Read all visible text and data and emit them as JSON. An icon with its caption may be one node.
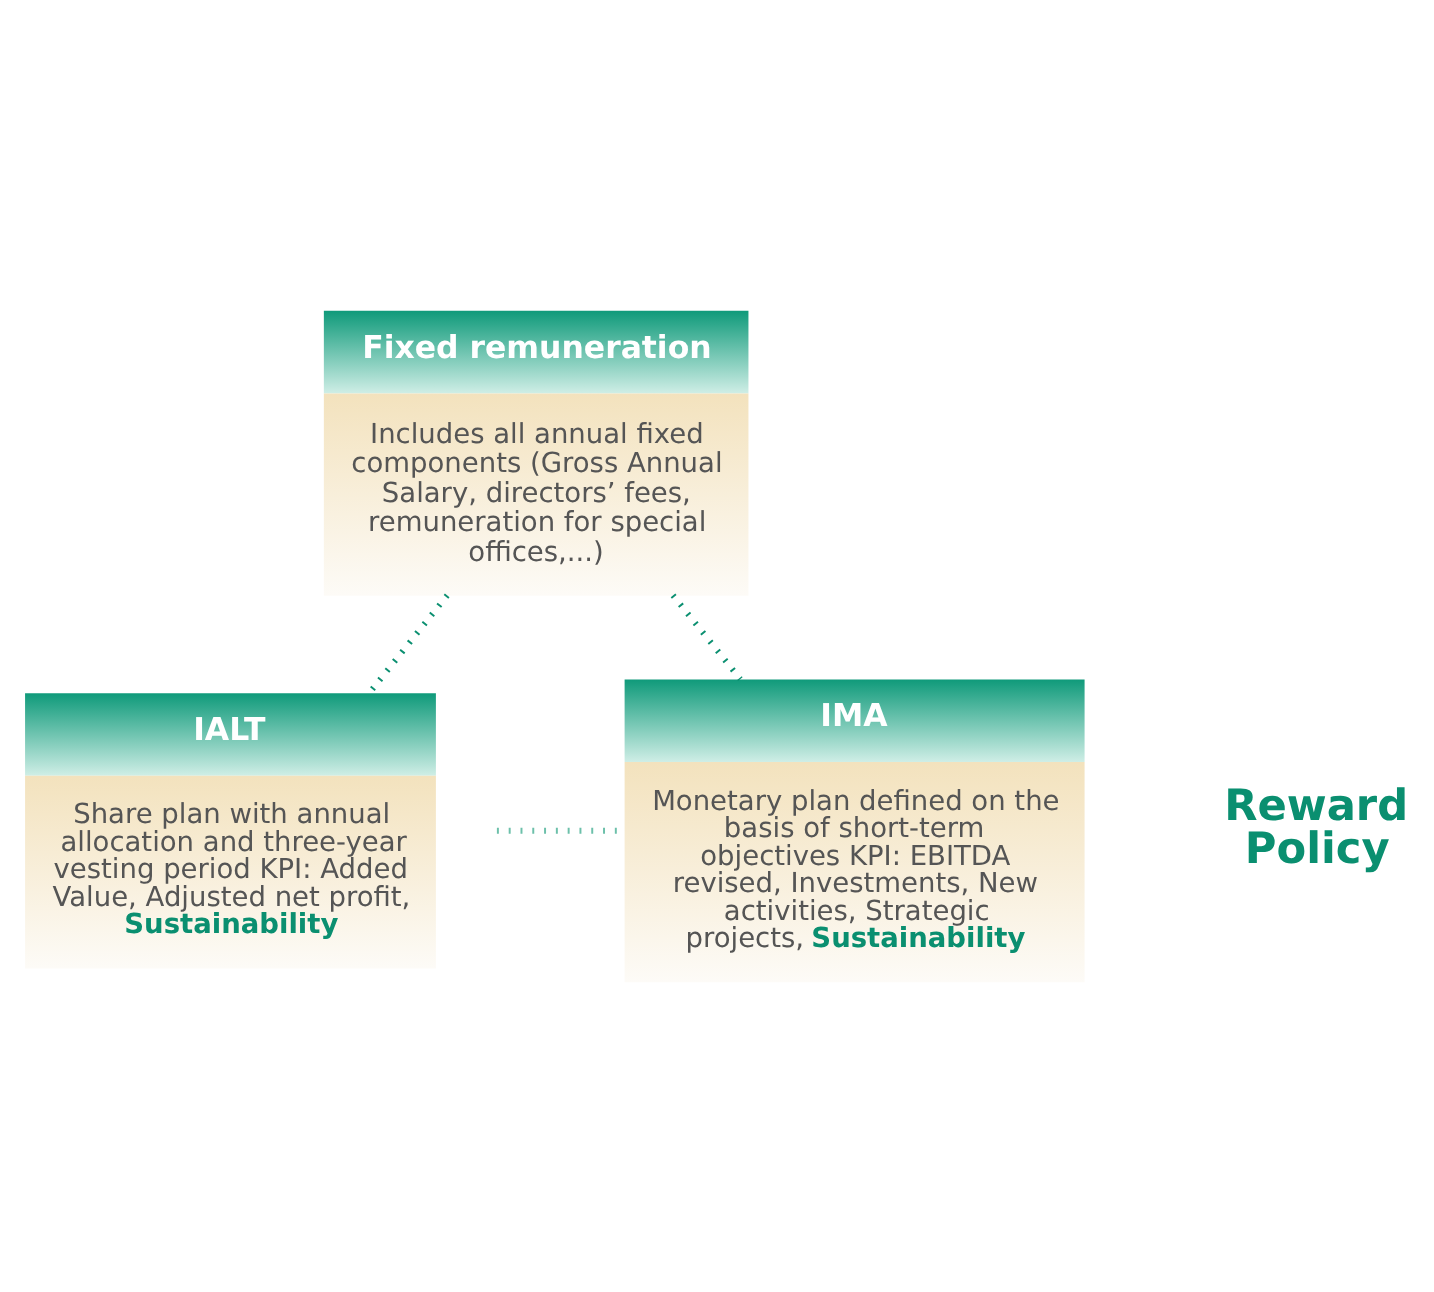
{
  "diagram": {
    "nodes": [
      {
        "text": [
          "Fixed remuneration",
          "Includes all annual fixed components (Gross Annual Salary, directors’ fees, remuneration for special offices,...)"
        ]
      },
      {
        "text": [
          "IALT",
          "Share plan with annual allocation and three-year vesting period KPI: Added Value, Adjusted net profit, **Sustainability**"
        ]
      },
      {
        "text": [
          "IMA",
          "Monetary plan defined on the basis of short-term objectives KPI: EBITDA revised, Investments, New activities, Strategic projects, **Sustainability**"
        ]
      }
    ],
    "edges": [
      {
        "from": 0,
        "to": 1,
        "arrow": "none"
      },
      {
        "from": 0,
        "to": 2,
        "arrow": "none"
      },
      {
        "from": 1,
        "to": 2,
        "arrow": "none",
        "color": "#6cc0aa"
      }
    ],
    "labels": [
      "Reward Policy"
    ]
  }
}
